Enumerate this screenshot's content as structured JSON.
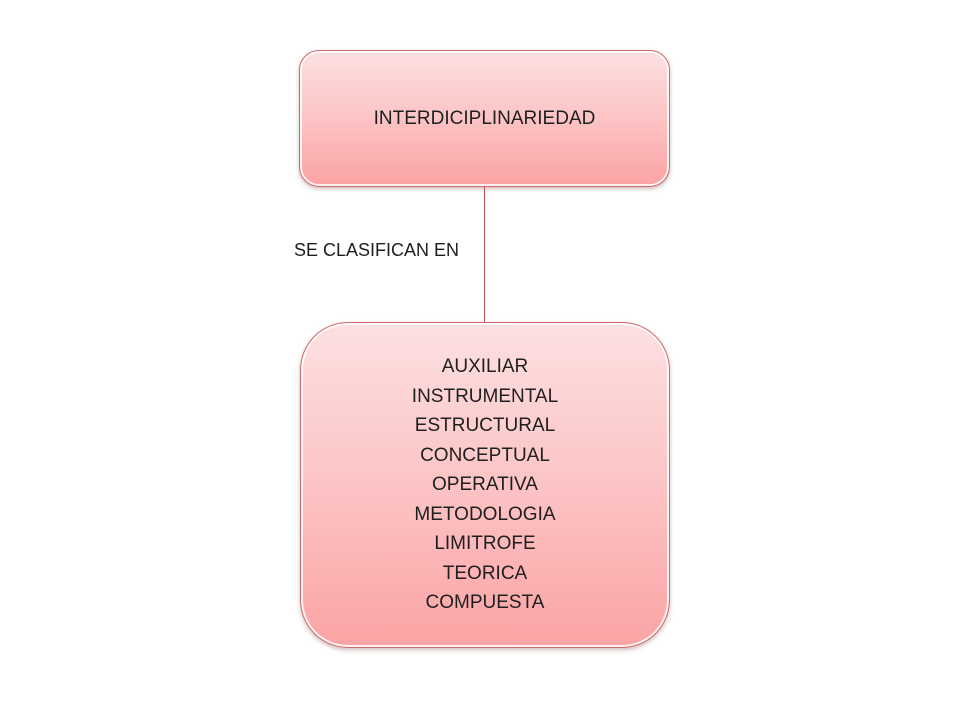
{
  "diagram": {
    "root": {
      "label": "INTERDICIPLINARIEDAD"
    },
    "edge": {
      "label": "SE CLASIFICAN EN"
    },
    "child": {
      "items": [
        "AUXILIAR",
        "INSTRUMENTAL",
        "ESTRUCTURAL",
        "CONCEPTUAL",
        "OPERATIVA",
        "METODOLOGIA",
        "LIMITROFE",
        "TEORICA",
        "COMPUESTA"
      ]
    },
    "colors": {
      "node_fill_top": "#fde0e1",
      "node_fill_bottom": "#fba3a4",
      "node_border": "#d06a6a",
      "connector": "#c0504d"
    }
  }
}
